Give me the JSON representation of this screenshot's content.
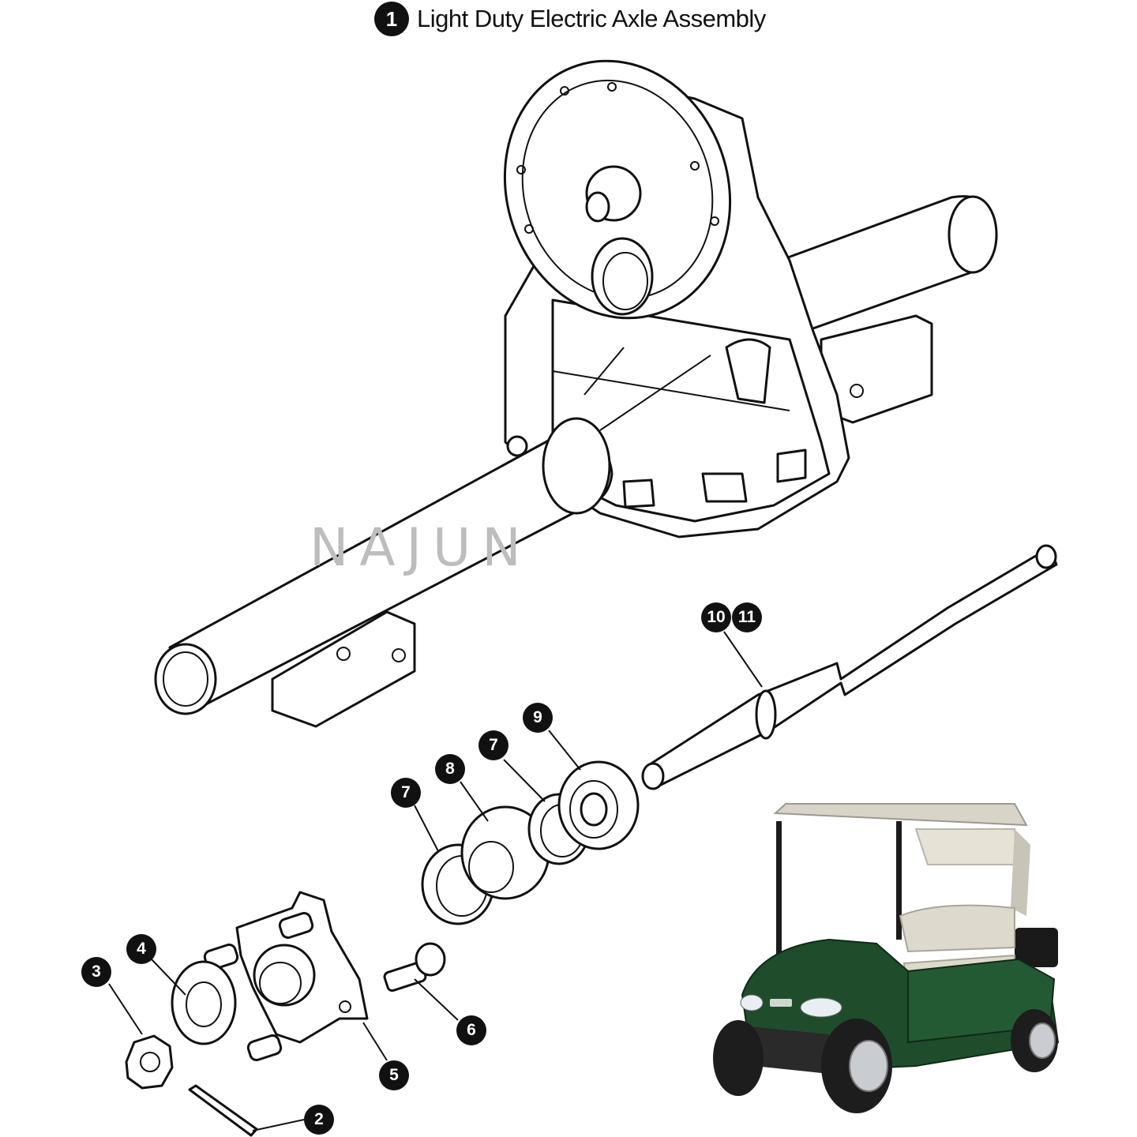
{
  "title": {
    "number": "1",
    "text": "Light Duty Electric Axle Assembly"
  },
  "watermark": "NAJUN",
  "callouts": [
    {
      "id": "2",
      "label": "2"
    },
    {
      "id": "3",
      "label": "3"
    },
    {
      "id": "4",
      "label": "4"
    },
    {
      "id": "5",
      "label": "5"
    },
    {
      "id": "6",
      "label": "6"
    },
    {
      "id": "7a",
      "label": "7"
    },
    {
      "id": "7b",
      "label": "7"
    },
    {
      "id": "8",
      "label": "8"
    },
    {
      "id": "9",
      "label": "9"
    },
    {
      "id": "10",
      "label": "10"
    },
    {
      "id": "11",
      "label": "11"
    }
  ],
  "colors": {
    "ink": "#111111",
    "cart_body": "#1f4d2c",
    "cart_roof": "#d8d4c8",
    "watermark": "#bdbdbd"
  }
}
